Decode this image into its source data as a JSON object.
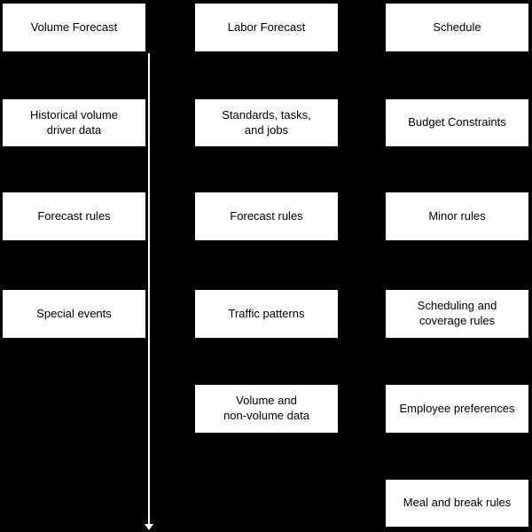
{
  "diagram": {
    "background_color": "#000000",
    "box_fill_color": "#ffffff",
    "box_text_color": "#000000",
    "arrow_color": "#ffffff",
    "columns": [
      {
        "name": "volume-forecast",
        "header": "Volume Forecast",
        "items": [
          "Historical volume\ndriver data",
          "Forecast rules",
          "Special events"
        ]
      },
      {
        "name": "labor-forecast",
        "header": "Labor Forecast",
        "items": [
          "Standards, tasks,\nand jobs",
          "Forecast rules",
          "Traffic patterns",
          "Volume and\nnon-volume data"
        ]
      },
      {
        "name": "schedule",
        "header": "Schedule",
        "items": [
          "Budget Constraints",
          "Minor rules",
          "Scheduling and\ncoverage rules",
          "Employee preferences",
          "Meal and break rules"
        ]
      }
    ],
    "flow_arrow": {
      "direction": "down",
      "description": "vertical flow arrow between first and second columns"
    }
  }
}
